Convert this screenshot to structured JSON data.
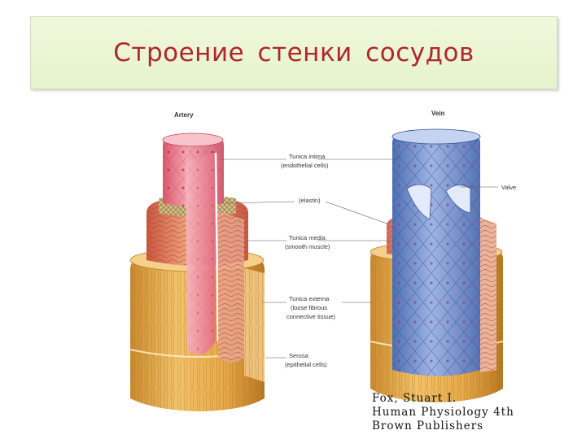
{
  "title": "Строение стенки сосудов",
  "artery_label": "Artery",
  "vein_label": "Vein",
  "labels": {
    "tunica_intima": "Tunica intima",
    "tunica_intima_sub": "(endothelial cells)",
    "elastin": "(elastin)",
    "tunica_media": "Tunica media",
    "tunica_media_sub": "(smooth muscle)",
    "tunica_externa": "Tunica externa",
    "tunica_externa_sub1": "(loose fibrous",
    "tunica_externa_sub2": "connective tissue)",
    "serosa": "Serosa",
    "serosa_sub": "(epithelial cells)",
    "valve": "Valve"
  },
  "credit": {
    "line1": "Fox, Stuart I.",
    "line2": "Human Physiology 4th",
    "line3": "Brown Publishers"
  }
}
